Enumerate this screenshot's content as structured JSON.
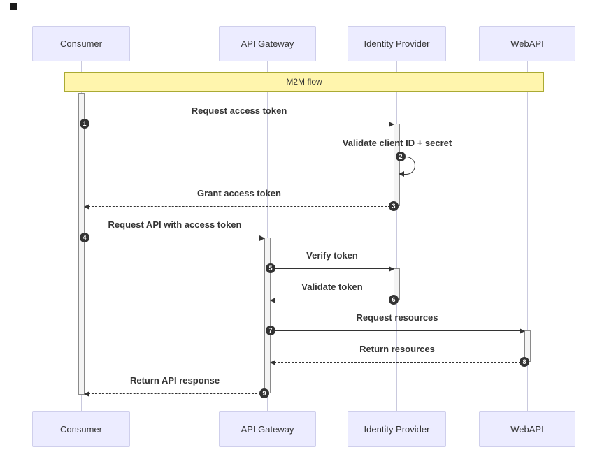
{
  "diagram": {
    "type": "sequence",
    "note": {
      "label": "M2M flow"
    },
    "participants": [
      {
        "name": "Consumer"
      },
      {
        "name": "API Gateway"
      },
      {
        "name": "Identity Provider"
      },
      {
        "name": "WebAPI"
      }
    ],
    "messages": [
      {
        "num": "1",
        "text": "Request access token",
        "from": "Consumer",
        "to": "Identity Provider",
        "style": "solid"
      },
      {
        "num": "2",
        "text": "Validate client ID + secret",
        "from": "Identity Provider",
        "to": "Identity Provider",
        "style": "self"
      },
      {
        "num": "3",
        "text": "Grant access token",
        "from": "Identity Provider",
        "to": "Consumer",
        "style": "dashed"
      },
      {
        "num": "4",
        "text": "Request API with access token",
        "from": "Consumer",
        "to": "API Gateway",
        "style": "solid"
      },
      {
        "num": "5",
        "text": "Verify token",
        "from": "API Gateway",
        "to": "Identity Provider",
        "style": "solid"
      },
      {
        "num": "6",
        "text": "Validate token",
        "from": "Identity Provider",
        "to": "API Gateway",
        "style": "dashed"
      },
      {
        "num": "7",
        "text": "Request resources",
        "from": "API Gateway",
        "to": "WebAPI",
        "style": "solid"
      },
      {
        "num": "8",
        "text": "Return resources",
        "from": "WebAPI",
        "to": "API Gateway",
        "style": "dashed"
      },
      {
        "num": "9",
        "text": "Return API response",
        "from": "API Gateway",
        "to": "Consumer",
        "style": "dashed"
      }
    ],
    "colors": {
      "actor_fill": "#ECECFF",
      "actor_border": "#CFCFEC",
      "note_fill": "#FFF5AD",
      "note_border": "#AAAA33",
      "line": "#333333",
      "activation_fill": "#F4F4F4",
      "activation_border": "#8A8A8A",
      "lifeline": "#C9C9DE",
      "number_badge": "#333333"
    }
  }
}
